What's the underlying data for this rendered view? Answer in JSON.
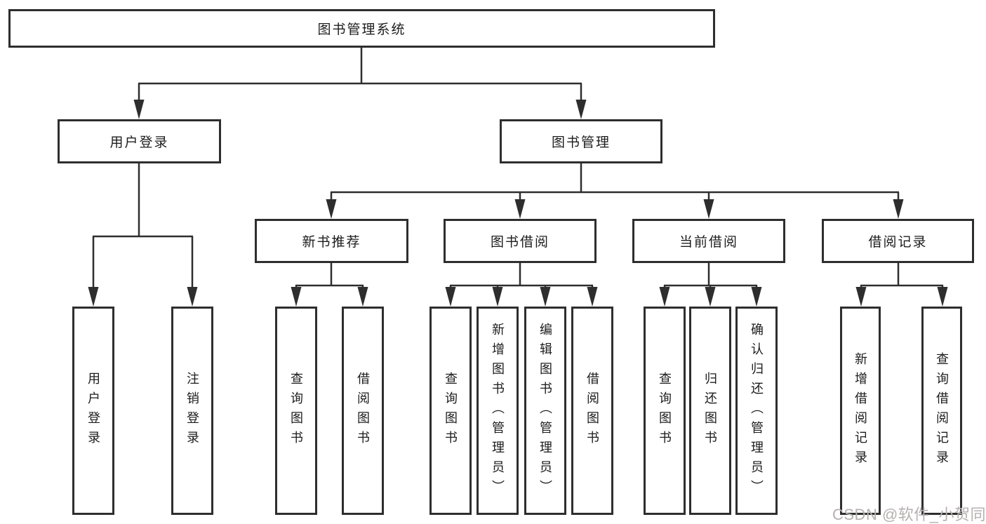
{
  "diagram": {
    "type": "hierarchy-diagram",
    "title": "图书管理系统",
    "nodes": {
      "root": "图书管理系统",
      "userLogin": "用户登录",
      "bookMgmt": "图书管理",
      "newBook": "新书推荐",
      "bookBorrow": "图书借阅",
      "currentBorrow": "当前借阅",
      "borrowRecords": "借阅记录",
      "leafUserLogin": "用户登录",
      "leafLogout": "注销登录",
      "leafNbQuery": "查询图书",
      "leafNbBorrow": "借阅图书",
      "leafBbQuery": "查询图书",
      "leafBbAdd": "新增图书（管理员）",
      "leafBbEdit": "编辑图书（管理员）",
      "leafBbBorrow": "借阅图书",
      "leafCbQuery": "查询图书",
      "leafCbReturn": "归还图书",
      "leafCbConfirm": "确认归还（管理员）",
      "leafBrAdd": "新增借阅记录",
      "leafBrQuery": "查询借阅记录"
    },
    "hierarchy": {
      "图书管理系统": [
        "用户登录",
        "图书管理"
      ],
      "用户登录": [
        "用户登录",
        "注销登录"
      ],
      "图书管理": [
        "新书推荐",
        "图书借阅",
        "当前借阅",
        "借阅记录"
      ],
      "新书推荐": [
        "查询图书",
        "借阅图书"
      ],
      "图书借阅": [
        "查询图书",
        "新增图书（管理员）",
        "编辑图书（管理员）",
        "借阅图书"
      ],
      "当前借阅": [
        "查询图书",
        "归还图书",
        "确认归还（管理员）"
      ],
      "借阅记录": [
        "新增借阅记录",
        "查询借阅记录"
      ]
    },
    "colors": {
      "line": "#2e2e2e",
      "node_border": "#2e2e2e",
      "node_bg": "#ffffff",
      "text": "#1c1c1c",
      "watermark": "#b6b0b0"
    }
  },
  "watermark": {
    "text": "CSDN @软件_小贺同学"
  }
}
